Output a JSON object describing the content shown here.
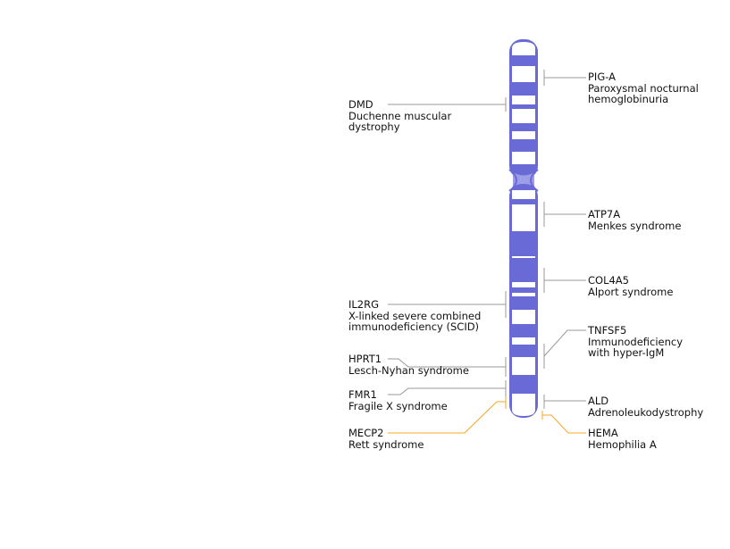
{
  "colors": {
    "band": "#6a6ad6",
    "band_fill_white": "#ffffff",
    "outline": "#6a6ad6",
    "centromere": "#9d9de8",
    "leader_line": "#999999",
    "leader_highlight": "#f5a623",
    "text": "#111111"
  },
  "genes": {
    "pig_a": {
      "gene": "PIG-A",
      "disease_line1": "Paroxysmal nocturnal",
      "disease_line2": "hemoglobinuria"
    },
    "dmd": {
      "gene": "DMD",
      "disease_line1": "Duchenne muscular",
      "disease_line2": "dystrophy"
    },
    "atp7a": {
      "gene": "ATP7A",
      "disease_line1": "Menkes syndrome"
    },
    "col4a5": {
      "gene": "COL4A5",
      "disease_line1": "Alport syndrome"
    },
    "il2rg": {
      "gene": "IL2RG",
      "disease_line1": "X-linked severe combined",
      "disease_line2": "immunodeficiency (SCID)"
    },
    "tnfsf5": {
      "gene": "TNFSF5",
      "disease_line1": "Immunodeficiency",
      "disease_line2": "with hyper-IgM"
    },
    "hprt1": {
      "gene": "HPRT1",
      "disease_line1": "Lesch-Nyhan syndrome"
    },
    "fmr1": {
      "gene": "FMR1",
      "disease_line1": "Fragile X syndrome"
    },
    "ald": {
      "gene": "ALD",
      "disease_line1": "Adrenoleukodystrophy"
    },
    "mecp2": {
      "gene": "MECP2",
      "disease_line1": "Rett syndrome"
    },
    "hema": {
      "gene": "HEMA",
      "disease_line1": "Hemophilia A"
    }
  }
}
